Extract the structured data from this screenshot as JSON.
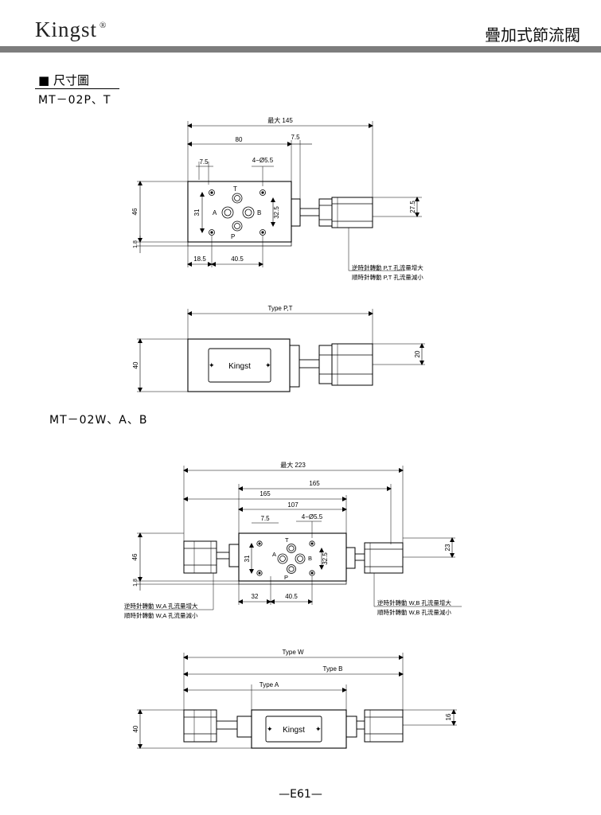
{
  "header": {
    "brand": "Kingst",
    "registered": "®",
    "title": "疊加式節流閥"
  },
  "section": {
    "heading": "■ 尺寸圖",
    "model_pt": "MT－02P、T",
    "model_wab": "MT－02W、A、B"
  },
  "drawing_pt_top": {
    "dim_max": "最大 145",
    "dim_80": "80",
    "dim_7_5_top": "7.5",
    "dim_7_5_left": "7.5",
    "dim_holes": "4−Ø5.5",
    "dim_46": "46",
    "dim_31": "31",
    "dim_32_5": "32.5",
    "dim_27_5": "27.5",
    "dim_1_8": "1.8",
    "dim_18_5": "18.5",
    "dim_40_5": "40.5",
    "port_t": "T",
    "port_p": "P",
    "port_a": "A",
    "port_b": "B",
    "note_cw": "逆時針轉動 P,T 孔流量增大",
    "note_ccw": "順時針轉動 P,T 孔流量減小"
  },
  "drawing_pt_side": {
    "type_label": "Type P,T",
    "dim_40": "40",
    "dim_20": "20",
    "nameplate": "Kingst"
  },
  "drawing_wab_top": {
    "dim_max": "最大 223",
    "dim_165_a": "165",
    "dim_165_b": "165",
    "dim_107": "107",
    "dim_7_5": "7.5",
    "dim_holes": "4−Ø5.5",
    "dim_46": "46",
    "dim_31": "31",
    "dim_32_5": "32.5",
    "dim_23": "23",
    "dim_1_8": "1.8",
    "dim_32": "32",
    "dim_40_5": "40.5",
    "port_t": "T",
    "port_p": "P",
    "port_a": "A",
    "port_b": "B",
    "note_left_cw": "逆時針轉動 W,A 孔流量增大",
    "note_left_ccw": "順時針轉動 W,A 孔流量減小",
    "note_right_cw": "逆時針轉動 W,B 孔流量增大",
    "note_right_ccw": "順時針轉動 W,B 孔流量減小"
  },
  "drawing_wab_side": {
    "type_w": "Type W",
    "type_b": "Type B",
    "type_a": "Type A",
    "dim_40": "40",
    "dim_16": "16",
    "nameplate": "Kingst"
  },
  "footer": {
    "page_number": "—E61—"
  }
}
